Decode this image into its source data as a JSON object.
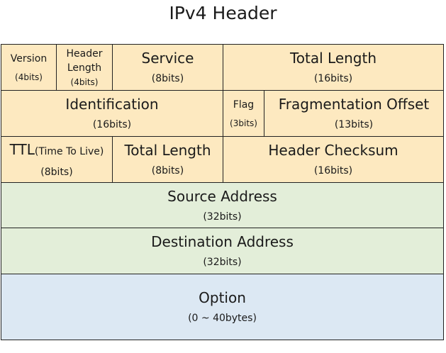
{
  "title": "IPv4 Header",
  "fields": {
    "version": {
      "name": "Version",
      "bits": "(4bits)"
    },
    "header_length": {
      "name_line1": "Header",
      "name_line2": "Length",
      "bits": "(4bits)"
    },
    "service": {
      "name": "Service",
      "bits": "(8bits)"
    },
    "total_length_row1": {
      "name": "Total Length",
      "bits": "(16bits)"
    },
    "identification": {
      "name": "Identification",
      "bits": "(16bits)"
    },
    "flag": {
      "name": "Flag",
      "bits": "(3bits)"
    },
    "fragmentation_offset": {
      "name": "Fragmentation Offset",
      "bits": "(13bits)"
    },
    "ttl": {
      "name": "TTL",
      "sub": "(Time To Live)",
      "bits": "(8bits)"
    },
    "total_length_row3": {
      "name": "Total Length",
      "bits": "(8bits)"
    },
    "header_checksum": {
      "name": "Header Checksum",
      "bits": "(16bits)"
    },
    "source_address": {
      "name": "Source Address",
      "bits": "(32bits)"
    },
    "destination_address": {
      "name": "Destination Address",
      "bits": "(32bits)"
    },
    "option": {
      "name": "Option",
      "bits": "(0 ~ 40bytes)"
    }
  },
  "colors": {
    "header_fields": "#fde9c0",
    "address_fields": "#e3eed9",
    "option_field": "#dce8f3"
  }
}
